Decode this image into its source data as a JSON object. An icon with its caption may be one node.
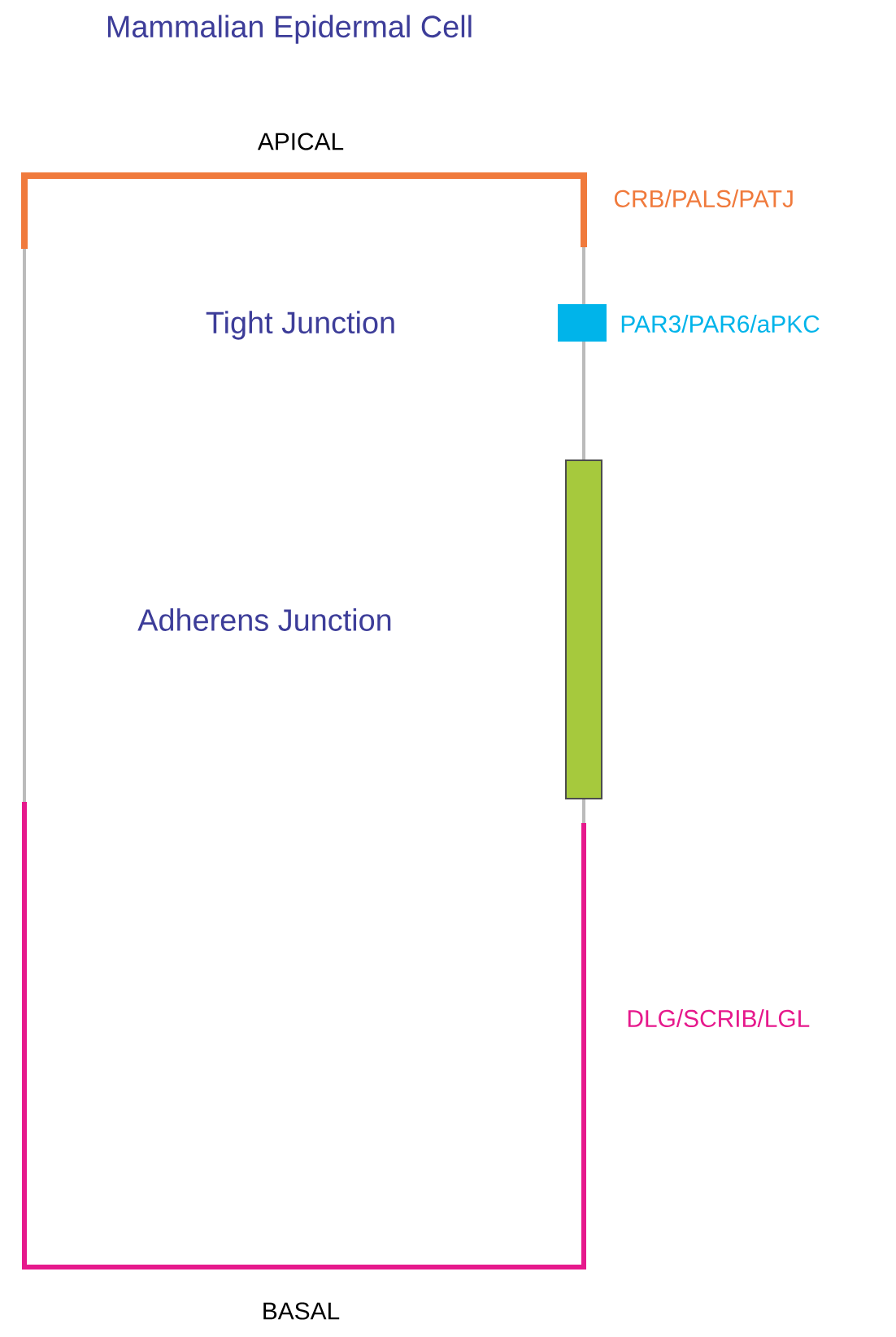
{
  "diagram": {
    "title": "Mammalian Epidermal Cell",
    "labels": [
      "APICAL",
      "CRB/PALS/PATJ",
      "Tight Junction",
      "PAR3/PAR6/aPKC",
      "Adherens Junction",
      "DLG/SCRIB/LGL",
      "BASAL"
    ]
  }
}
